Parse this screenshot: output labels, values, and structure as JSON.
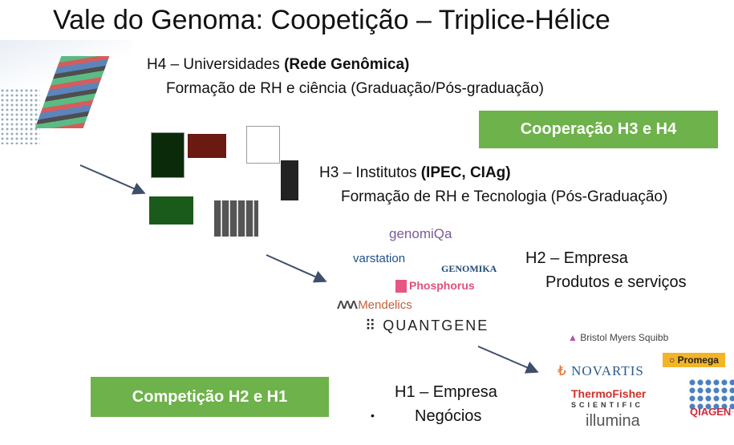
{
  "title": "Vale do Genoma: Coopetição – Triplice-Hélice",
  "h4": {
    "prefix": "H4 – Universidades ",
    "bold": "(Rede Genômica)",
    "sub": "Formação de RH e ciência (Graduação/Pós-graduação)"
  },
  "cooperation_box": "Cooperação H3 e H4",
  "h3": {
    "prefix": "H3 – Institutos ",
    "bold": "(IPEC, CIAg)",
    "sub": "Formação de RH e Tecnologia (Pós-Graduação)"
  },
  "h2": {
    "title": "H2 – Empresa",
    "sub": "Produtos e serviços"
  },
  "competition_box": "Competição H2 e H1",
  "h1": {
    "title": "H1 – Empresa",
    "bullet": "•",
    "sub": "Negócios"
  },
  "h2_logos": [
    "genomiQa",
    "varstation",
    "GENOMIKA",
    "Phosphorus",
    "Mendelics",
    "QUANTGENE"
  ],
  "h1_logos": [
    "Bristol Myers Squibb",
    "Promega",
    "NOVARTIS",
    "ThermoFisher",
    "SCIENTIFIC",
    "QIAGEN",
    "illumina"
  ],
  "colors": {
    "green": "#6db24a",
    "arrow": "#3f4f6a"
  }
}
